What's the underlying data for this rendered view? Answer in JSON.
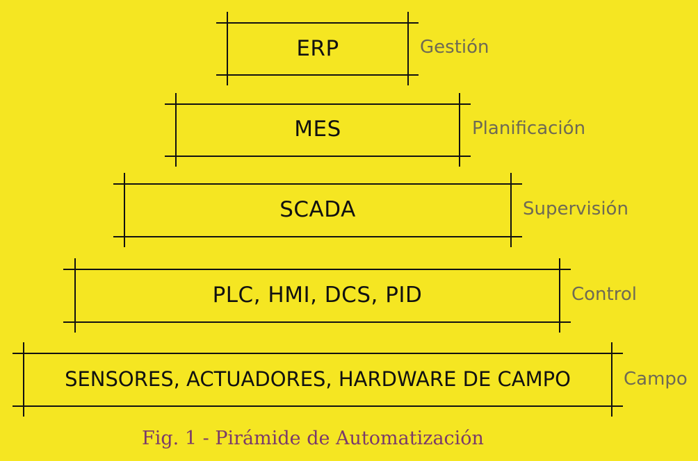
{
  "levels": [
    {
      "name": "ERP",
      "tier": "Gestión"
    },
    {
      "name": "MES",
      "tier": "Planificación"
    },
    {
      "name": "SCADA",
      "tier": "Supervisión"
    },
    {
      "name": "PLC, HMI, DCS, PID",
      "tier": "Control"
    },
    {
      "name": "SENSORES, ACTUADORES, HARDWARE DE CAMPO",
      "tier": "Campo"
    }
  ],
  "caption": "Fig. 1 - Pirámide de Automatización"
}
